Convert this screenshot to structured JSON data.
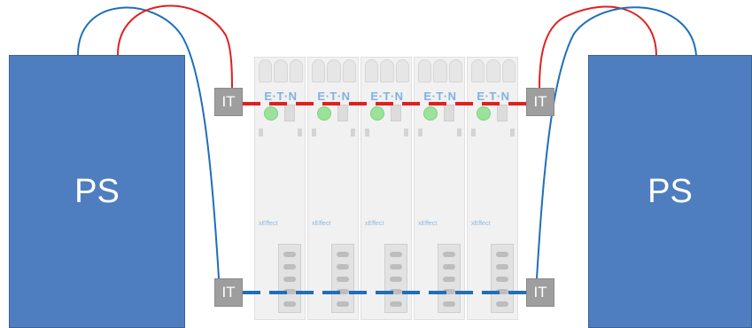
{
  "diagram": {
    "power_supply_left": {
      "label": "PS"
    },
    "power_supply_right": {
      "label": "PS"
    },
    "terminals": {
      "top_left": "IT",
      "top_right": "IT",
      "bottom_left": "IT",
      "bottom_right": "IT"
    },
    "modules": [
      {
        "brand": "E·T·N",
        "subtext": "xEffect"
      },
      {
        "brand": "E·T·N",
        "subtext": "xEffect"
      },
      {
        "brand": "E·T·N",
        "subtext": "xEffect"
      },
      {
        "brand": "E·T·N",
        "subtext": "xEffect"
      },
      {
        "brand": "E·T·N",
        "subtext": "xEffect"
      }
    ],
    "colors": {
      "ps_fill": "#4f7ec0",
      "positive_wire": "#e02020",
      "negative_wire": "#1f6fb8",
      "terminal_box": "#9e9e9e"
    }
  }
}
